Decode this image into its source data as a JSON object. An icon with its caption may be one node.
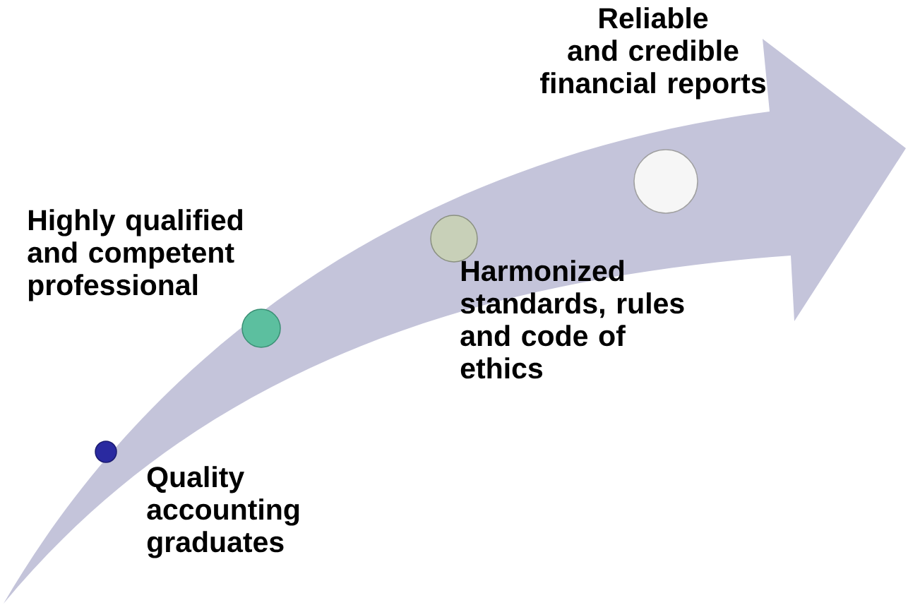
{
  "diagram": {
    "nodes": [
      {
        "text": [],
        "shape": "circle",
        "beside": [
          "Quality accounting graduates"
        ]
      },
      {
        "text": [],
        "shape": "circle",
        "beside": [
          "Highly qualified and competent professional"
        ]
      },
      {
        "text": [],
        "shape": "circle",
        "beside": [
          "Harmonized standards, rules and code of ethics"
        ]
      },
      {
        "text": [],
        "shape": "circle",
        "beside": [
          "Reliable and credible financial reports"
        ]
      }
    ]
  }
}
